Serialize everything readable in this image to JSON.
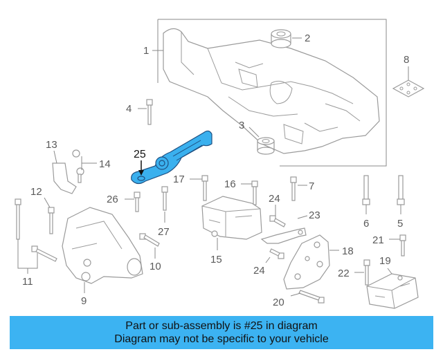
{
  "highlight_color": "#3cb3f2",
  "callouts": {
    "c1": "1",
    "c2": "2",
    "c3": "3",
    "c4": "4",
    "c5": "5",
    "c6": "6",
    "c7": "7",
    "c8": "8",
    "c9": "9",
    "c10": "10",
    "c11": "11",
    "c12": "12",
    "c13": "13",
    "c14": "14",
    "c15": "15",
    "c16": "16",
    "c17": "17",
    "c18": "18",
    "c19": "19",
    "c20": "20",
    "c21": "21",
    "c22": "22",
    "c23": "23",
    "c24a": "24",
    "c24b": "24",
    "c25": "25",
    "c26": "26",
    "c27": "27"
  },
  "banner": {
    "line1": "Part or sub-assembly is #25 in diagram",
    "line2": "Diagram may not be specific to your vehicle"
  }
}
